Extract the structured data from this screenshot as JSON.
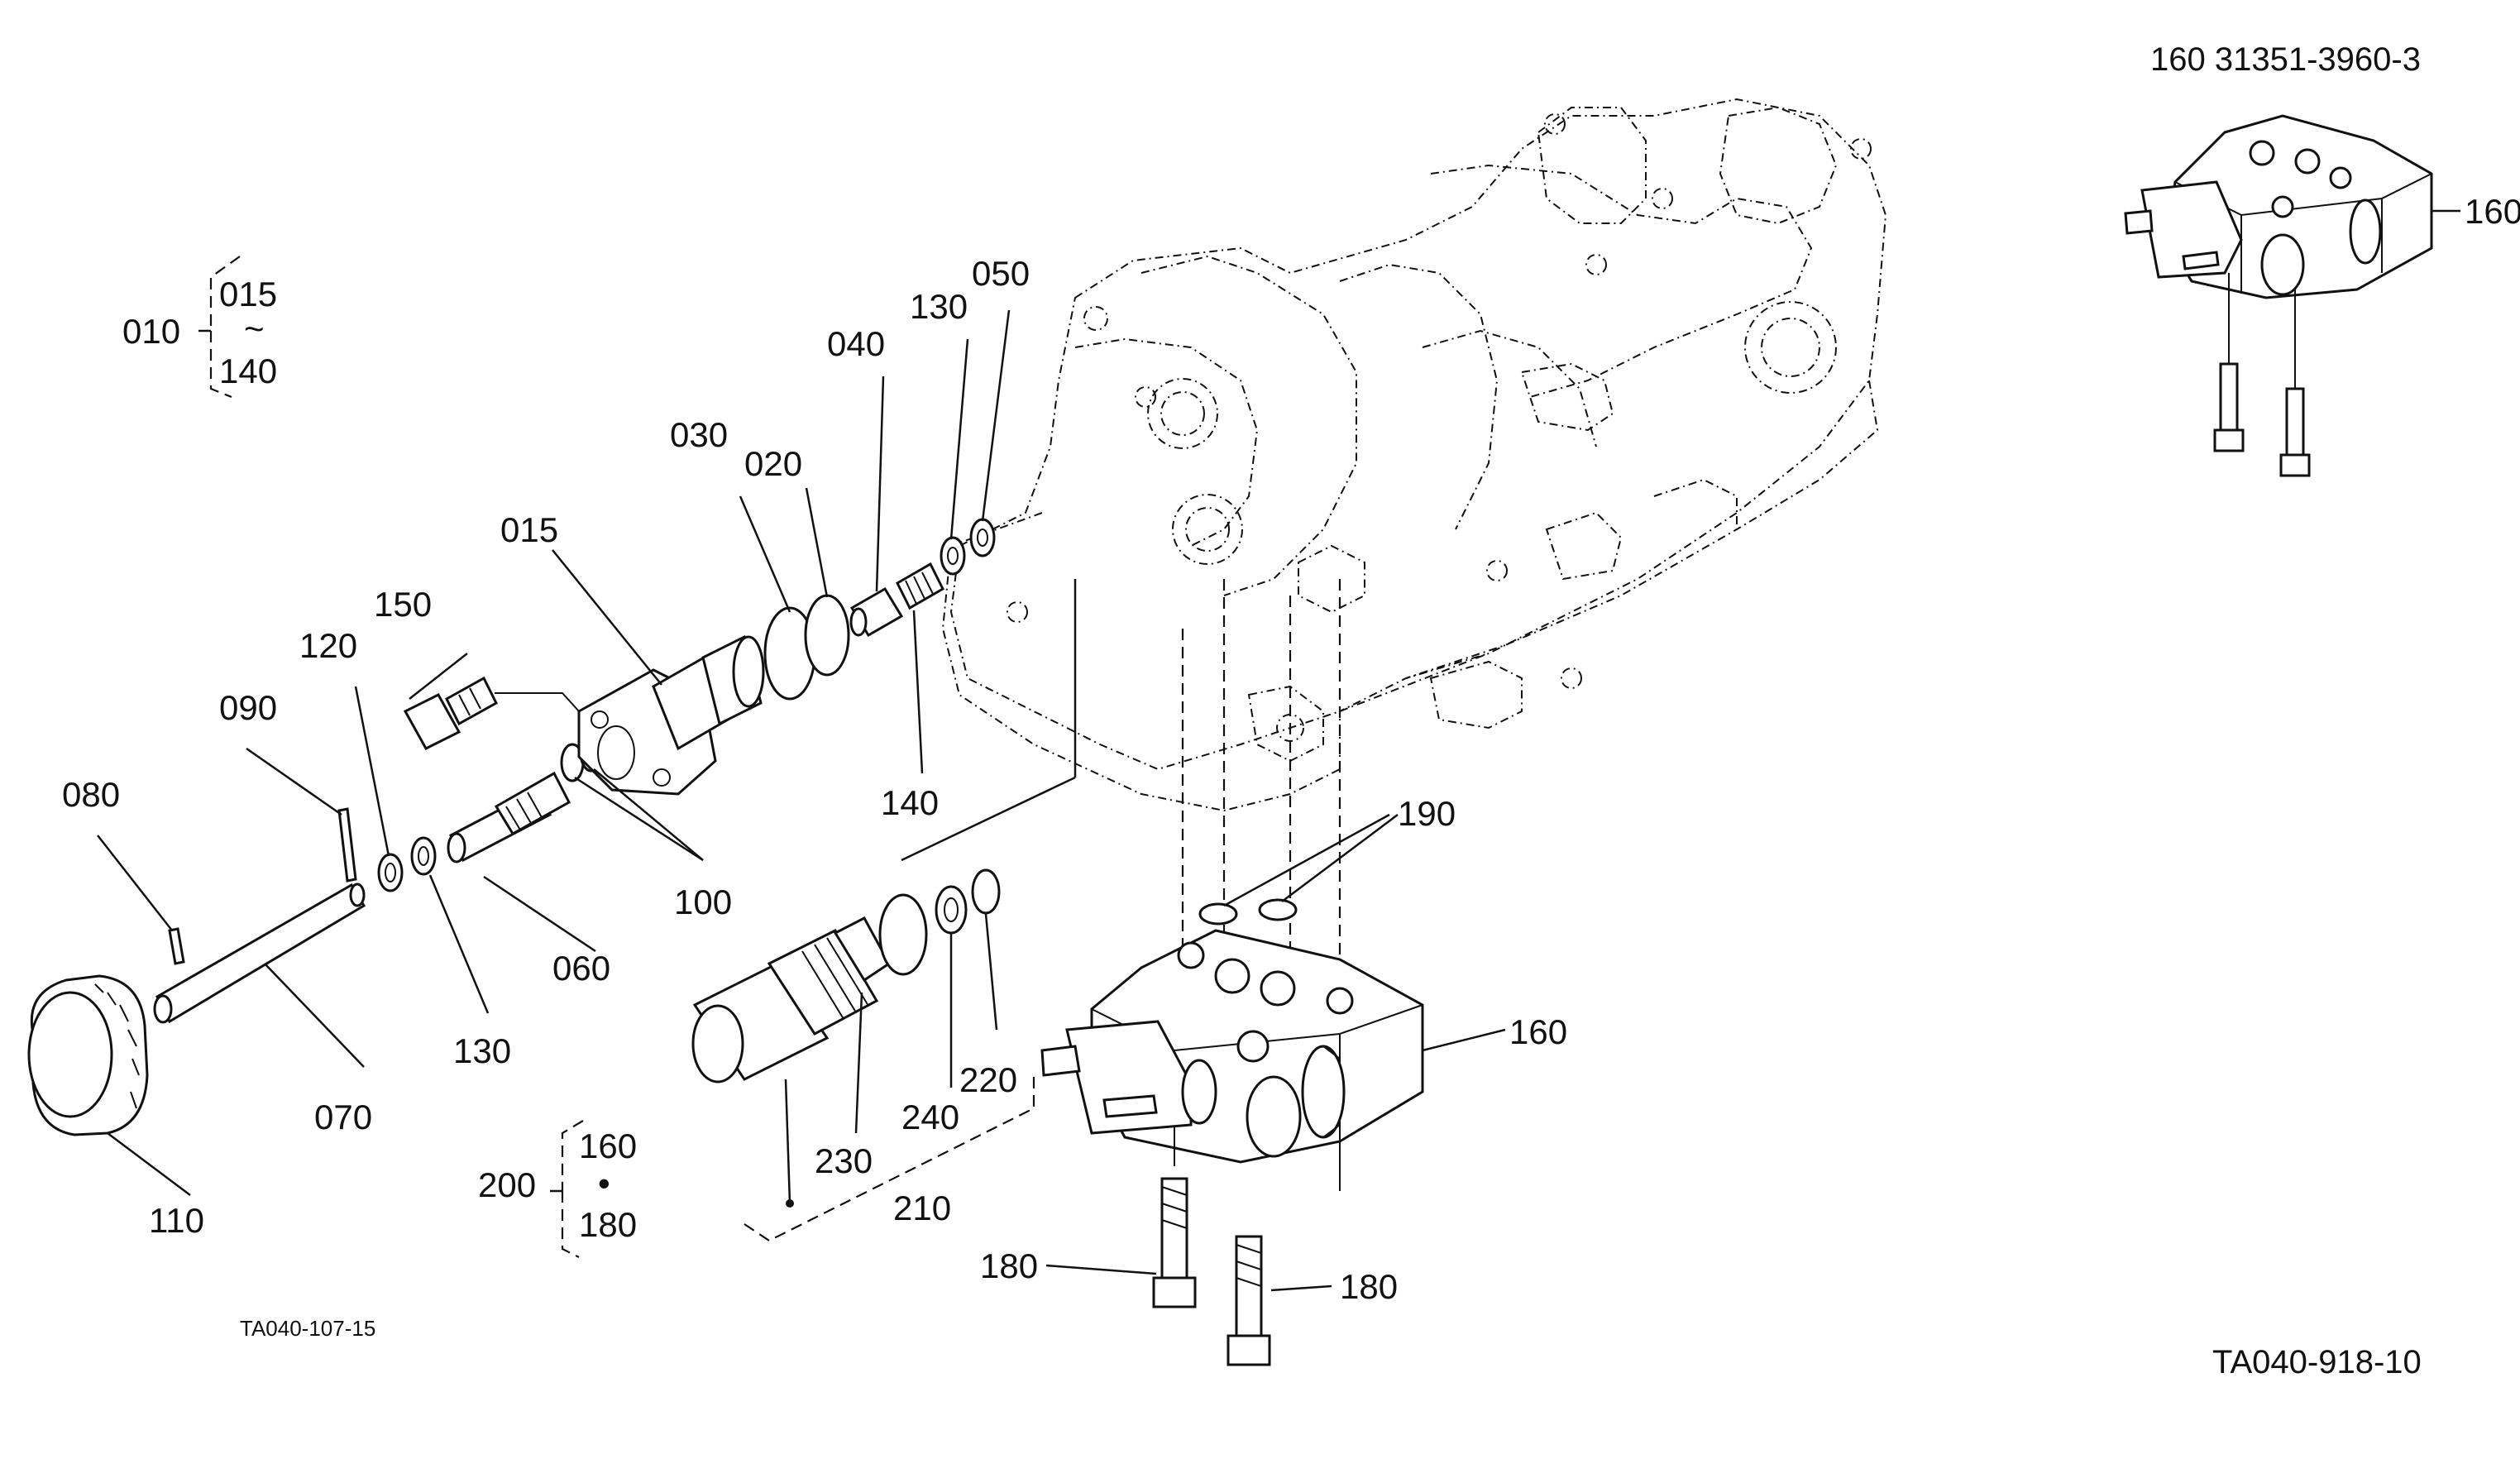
{
  "header": {
    "model_code": "160 31351-3960-3"
  },
  "footer": {
    "left_ref": "TA040-107-15",
    "right_ref": "TA040-918-10"
  },
  "groups": {
    "g010": {
      "parent": "010",
      "top": "015",
      "tilde": "~",
      "bottom": "140"
    },
    "g200": {
      "parent": "200",
      "top": "160",
      "bullet": "•",
      "bottom": "180"
    }
  },
  "callouts": {
    "c015": "015",
    "c020": "020",
    "c030": "030",
    "c040": "040",
    "c050": "050",
    "c060": "060",
    "c070": "070",
    "c080": "080",
    "c090": "090",
    "c100": "100",
    "c110": "110",
    "c120": "120",
    "c130a": "130",
    "c130b": "130",
    "c140": "140",
    "c150": "150",
    "c160a": "160",
    "c160b": "160",
    "c180a": "180",
    "c180b": "180",
    "c190": "190",
    "c210": "210",
    "c220": "220",
    "c230": "230",
    "c240": "240"
  }
}
